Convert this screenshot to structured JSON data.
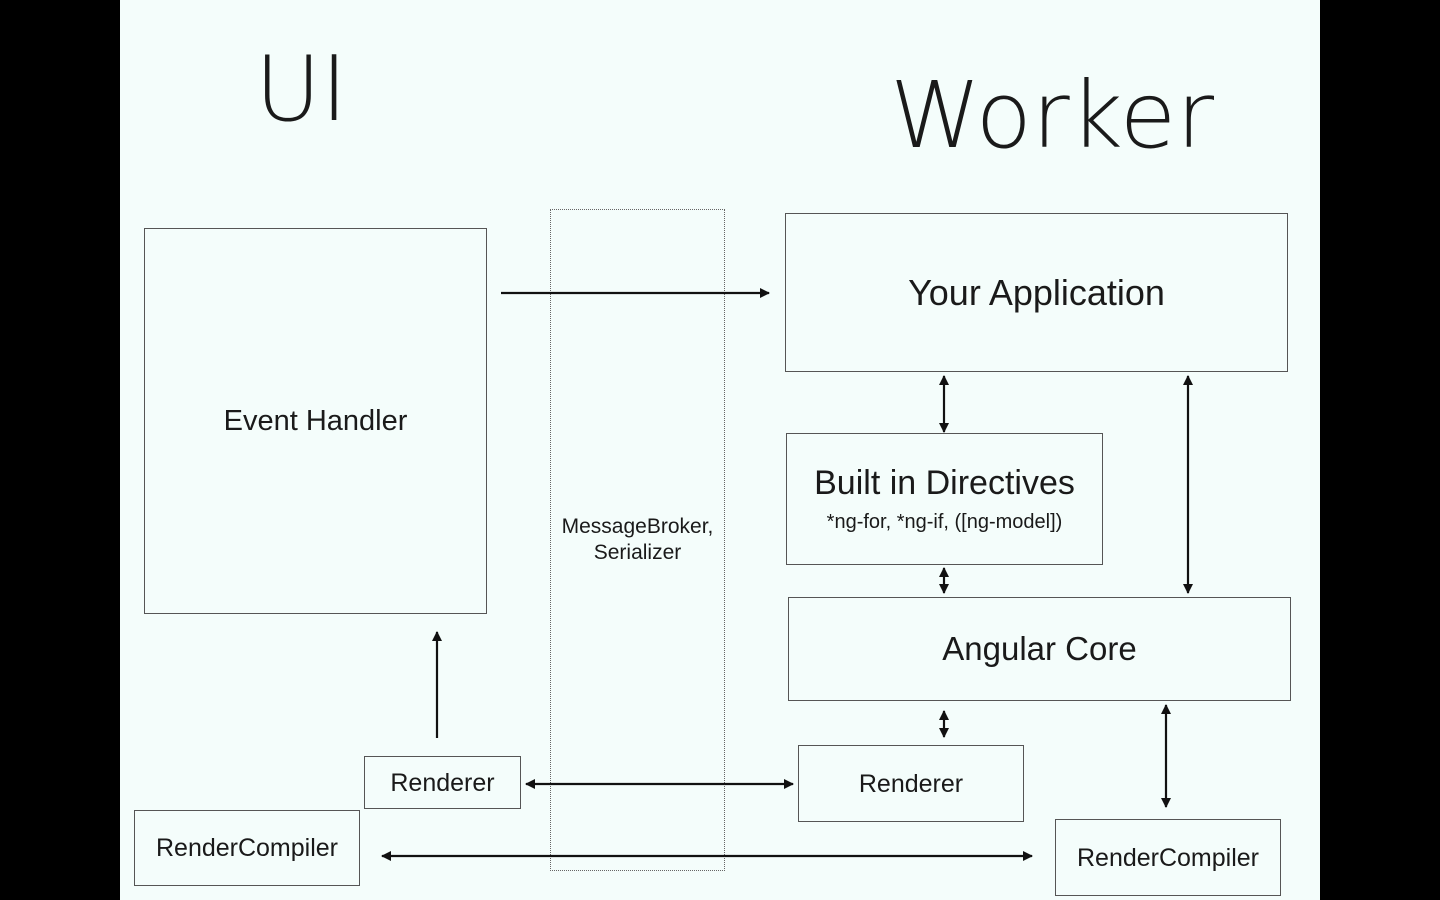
{
  "headings": {
    "ui": "UI",
    "worker": "Worker"
  },
  "boxes": {
    "event_handler": "Event Handler",
    "message_broker": "MessageBroker,",
    "serializer": "Serializer",
    "your_application": "Your Application",
    "built_in_directives": "Built in Directives",
    "directive_examples": "*ng-for, *ng-if, ([ng-model])",
    "angular_core": "Angular Core",
    "ui_renderer": "Renderer",
    "worker_renderer": "Renderer",
    "ui_render_compiler": "RenderCompiler",
    "worker_render_compiler": "RenderCompiler"
  },
  "colors": {
    "background": "#f4fdfb",
    "border": "#555555",
    "arrow": "#111111",
    "letterbox": "#000000"
  }
}
